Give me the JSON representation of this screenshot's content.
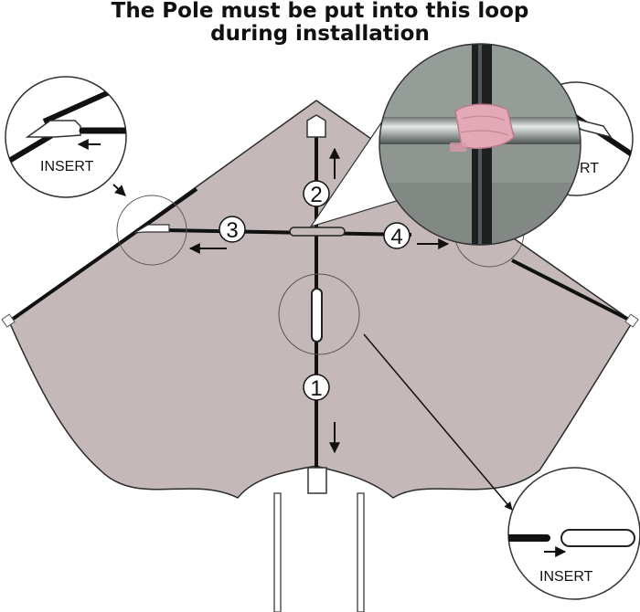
{
  "title": {
    "line1": "The Pole must be put into this loop",
    "line2": "during installation"
  },
  "steps": [
    "1",
    "2",
    "3",
    "4"
  ],
  "callouts": {
    "left_insert": "INSERT",
    "right_insert_partial": "RT",
    "bottom_insert": "INSERT"
  },
  "colors": {
    "canopy_fill": "#c4b8b9",
    "pole": "#111111",
    "magnifier_background": "#8e9590",
    "ribbon": "#e4a9b6"
  },
  "icons": {
    "arrow": "arrow-icon",
    "loop": "loop-icon",
    "pole_end_pocket": "pocket-icon"
  }
}
